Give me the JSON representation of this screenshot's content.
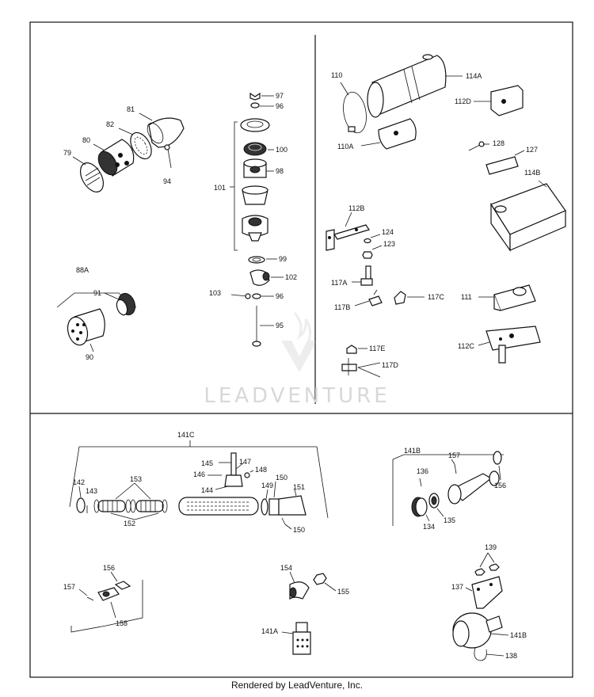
{
  "watermark": "LEADVENTURE",
  "footer": "Rendered by LeadVenture, Inc.",
  "labels": {
    "p81": "81",
    "p82": "82",
    "p80": "80",
    "p79": "79",
    "p94": "94",
    "p97": "97",
    "p96a": "96",
    "p100": "100",
    "p98": "98",
    "p101": "101",
    "p99": "99",
    "p102": "102",
    "p103": "103",
    "p96b": "96",
    "p95": "95",
    "p88a": "88A",
    "p91": "91",
    "p90": "90",
    "p110": "110",
    "p114a": "114A",
    "p112d": "112D",
    "p110a": "110A",
    "p128": "128",
    "p127": "127",
    "p114b": "114B",
    "p112b": "112B",
    "p124": "124",
    "p123": "123",
    "p117a": "117A",
    "p117c": "117C",
    "p117b": "117B",
    "p111": "111",
    "p112c": "112C",
    "p117e": "117E",
    "p117d": "117D",
    "p141c": "141C",
    "p145": "145",
    "p147": "147",
    "p146": "146",
    "p148": "148",
    "p142": "142",
    "p153": "153",
    "p143": "143",
    "p144": "144",
    "p150a": "150",
    "p149": "149",
    "p151": "151",
    "p152": "152",
    "p150b": "150",
    "p141b_top": "141B",
    "p157a": "157",
    "p136": "136",
    "p156a": "156",
    "p134": "134",
    "p135": "135",
    "p156b": "156",
    "p157b": "157",
    "p158": "158",
    "p154": "154",
    "p155": "155",
    "p141a": "141A",
    "p139": "139",
    "p137": "137",
    "p141b_bot": "141B",
    "p138": "138"
  }
}
